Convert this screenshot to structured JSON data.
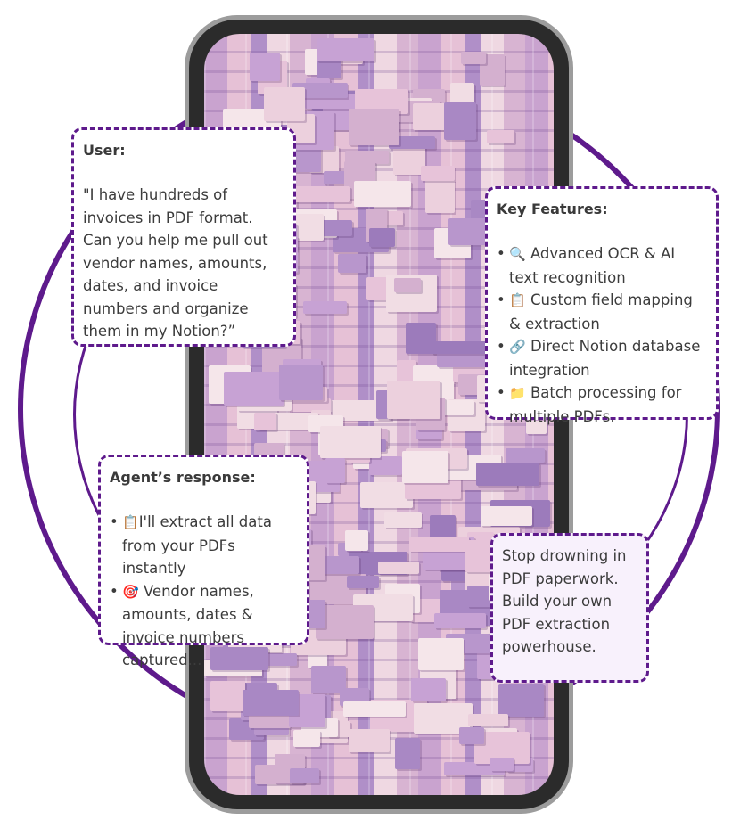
{
  "colors": {
    "accent": "#5e1a8c",
    "phone_frame": "#2b2b2b",
    "phone_bezel": "#9c9c9c",
    "cta_bg": "#f8f1fc"
  },
  "user_card": {
    "title": "User:",
    "quote": "\"I have hundreds of invoices in PDF format. Can you help me pull out vendor names, amounts, dates, and invoice numbers and organize them in my Notion?”"
  },
  "features_card": {
    "title": "Key Features:",
    "items": [
      {
        "icon": "magnifier-icon",
        "glyph": "🔍",
        "text": "Advanced OCR & AI text recognition"
      },
      {
        "icon": "clipboard-icon",
        "glyph": "📋",
        "text": "Custom field mapping & extraction"
      },
      {
        "icon": "link-icon",
        "glyph": "🔗",
        "text": "Direct Notion database integration"
      },
      {
        "icon": "folder-icon",
        "glyph": "📁",
        "text": "Batch processing for multiple PDFs."
      }
    ]
  },
  "agent_card": {
    "title": "Agent’s response:",
    "items": [
      {
        "icon": "clipboard-icon",
        "glyph": "📋",
        "text": "I'll extract all data from your PDFs instantly"
      },
      {
        "icon": "target-icon",
        "glyph": "🎯",
        "text": "Vendor names, amounts, dates & invoice numbers captured..."
      }
    ]
  },
  "cta_card": {
    "text": "Stop drowning in PDF paperwork. Build your own PDF extraction powerhouse."
  }
}
